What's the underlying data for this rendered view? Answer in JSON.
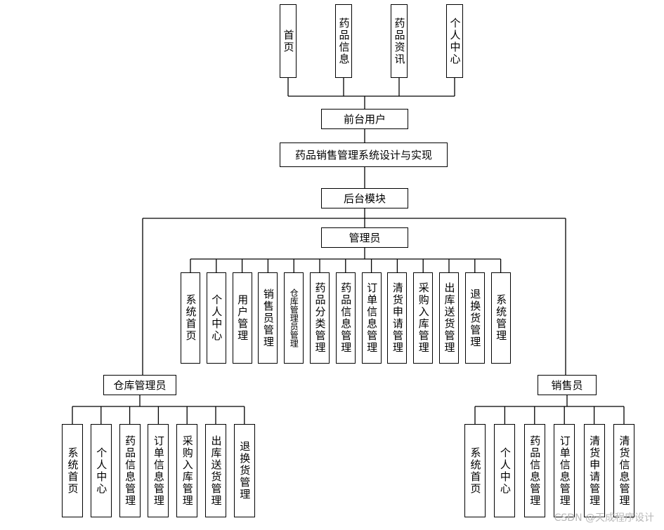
{
  "diagram": {
    "front_modules": [
      "首页",
      "药品信息",
      "药品资讯",
      "个人中心"
    ],
    "front_user": "前台用户",
    "system_title": "药品销售管理系统设计与实现",
    "backend": "后台模块",
    "admin": {
      "label": "管理员",
      "children": [
        "系统首页",
        "个人中心",
        "用户管理",
        "销售员管理",
        "仓库管理员管理",
        "药品分类管理",
        "药品信息管理",
        "订单信息管理",
        "清货申请管理",
        "采购入库管理",
        "出库送货管理",
        "退换货管理",
        "系统管理"
      ]
    },
    "warehouse": {
      "label": "仓库管理员",
      "children": [
        "系统首页",
        "个人中心",
        "药品信息管理",
        "订单信息管理",
        "采购入库管理",
        "出库送货管理",
        "退换货管理"
      ]
    },
    "sales": {
      "label": "销售员",
      "children": [
        "系统首页",
        "个人中心",
        "药品信息管理",
        "订单信息管理",
        "清货申请管理",
        "清货信息管理"
      ]
    }
  },
  "watermark": "CSDN @天成程序设计"
}
